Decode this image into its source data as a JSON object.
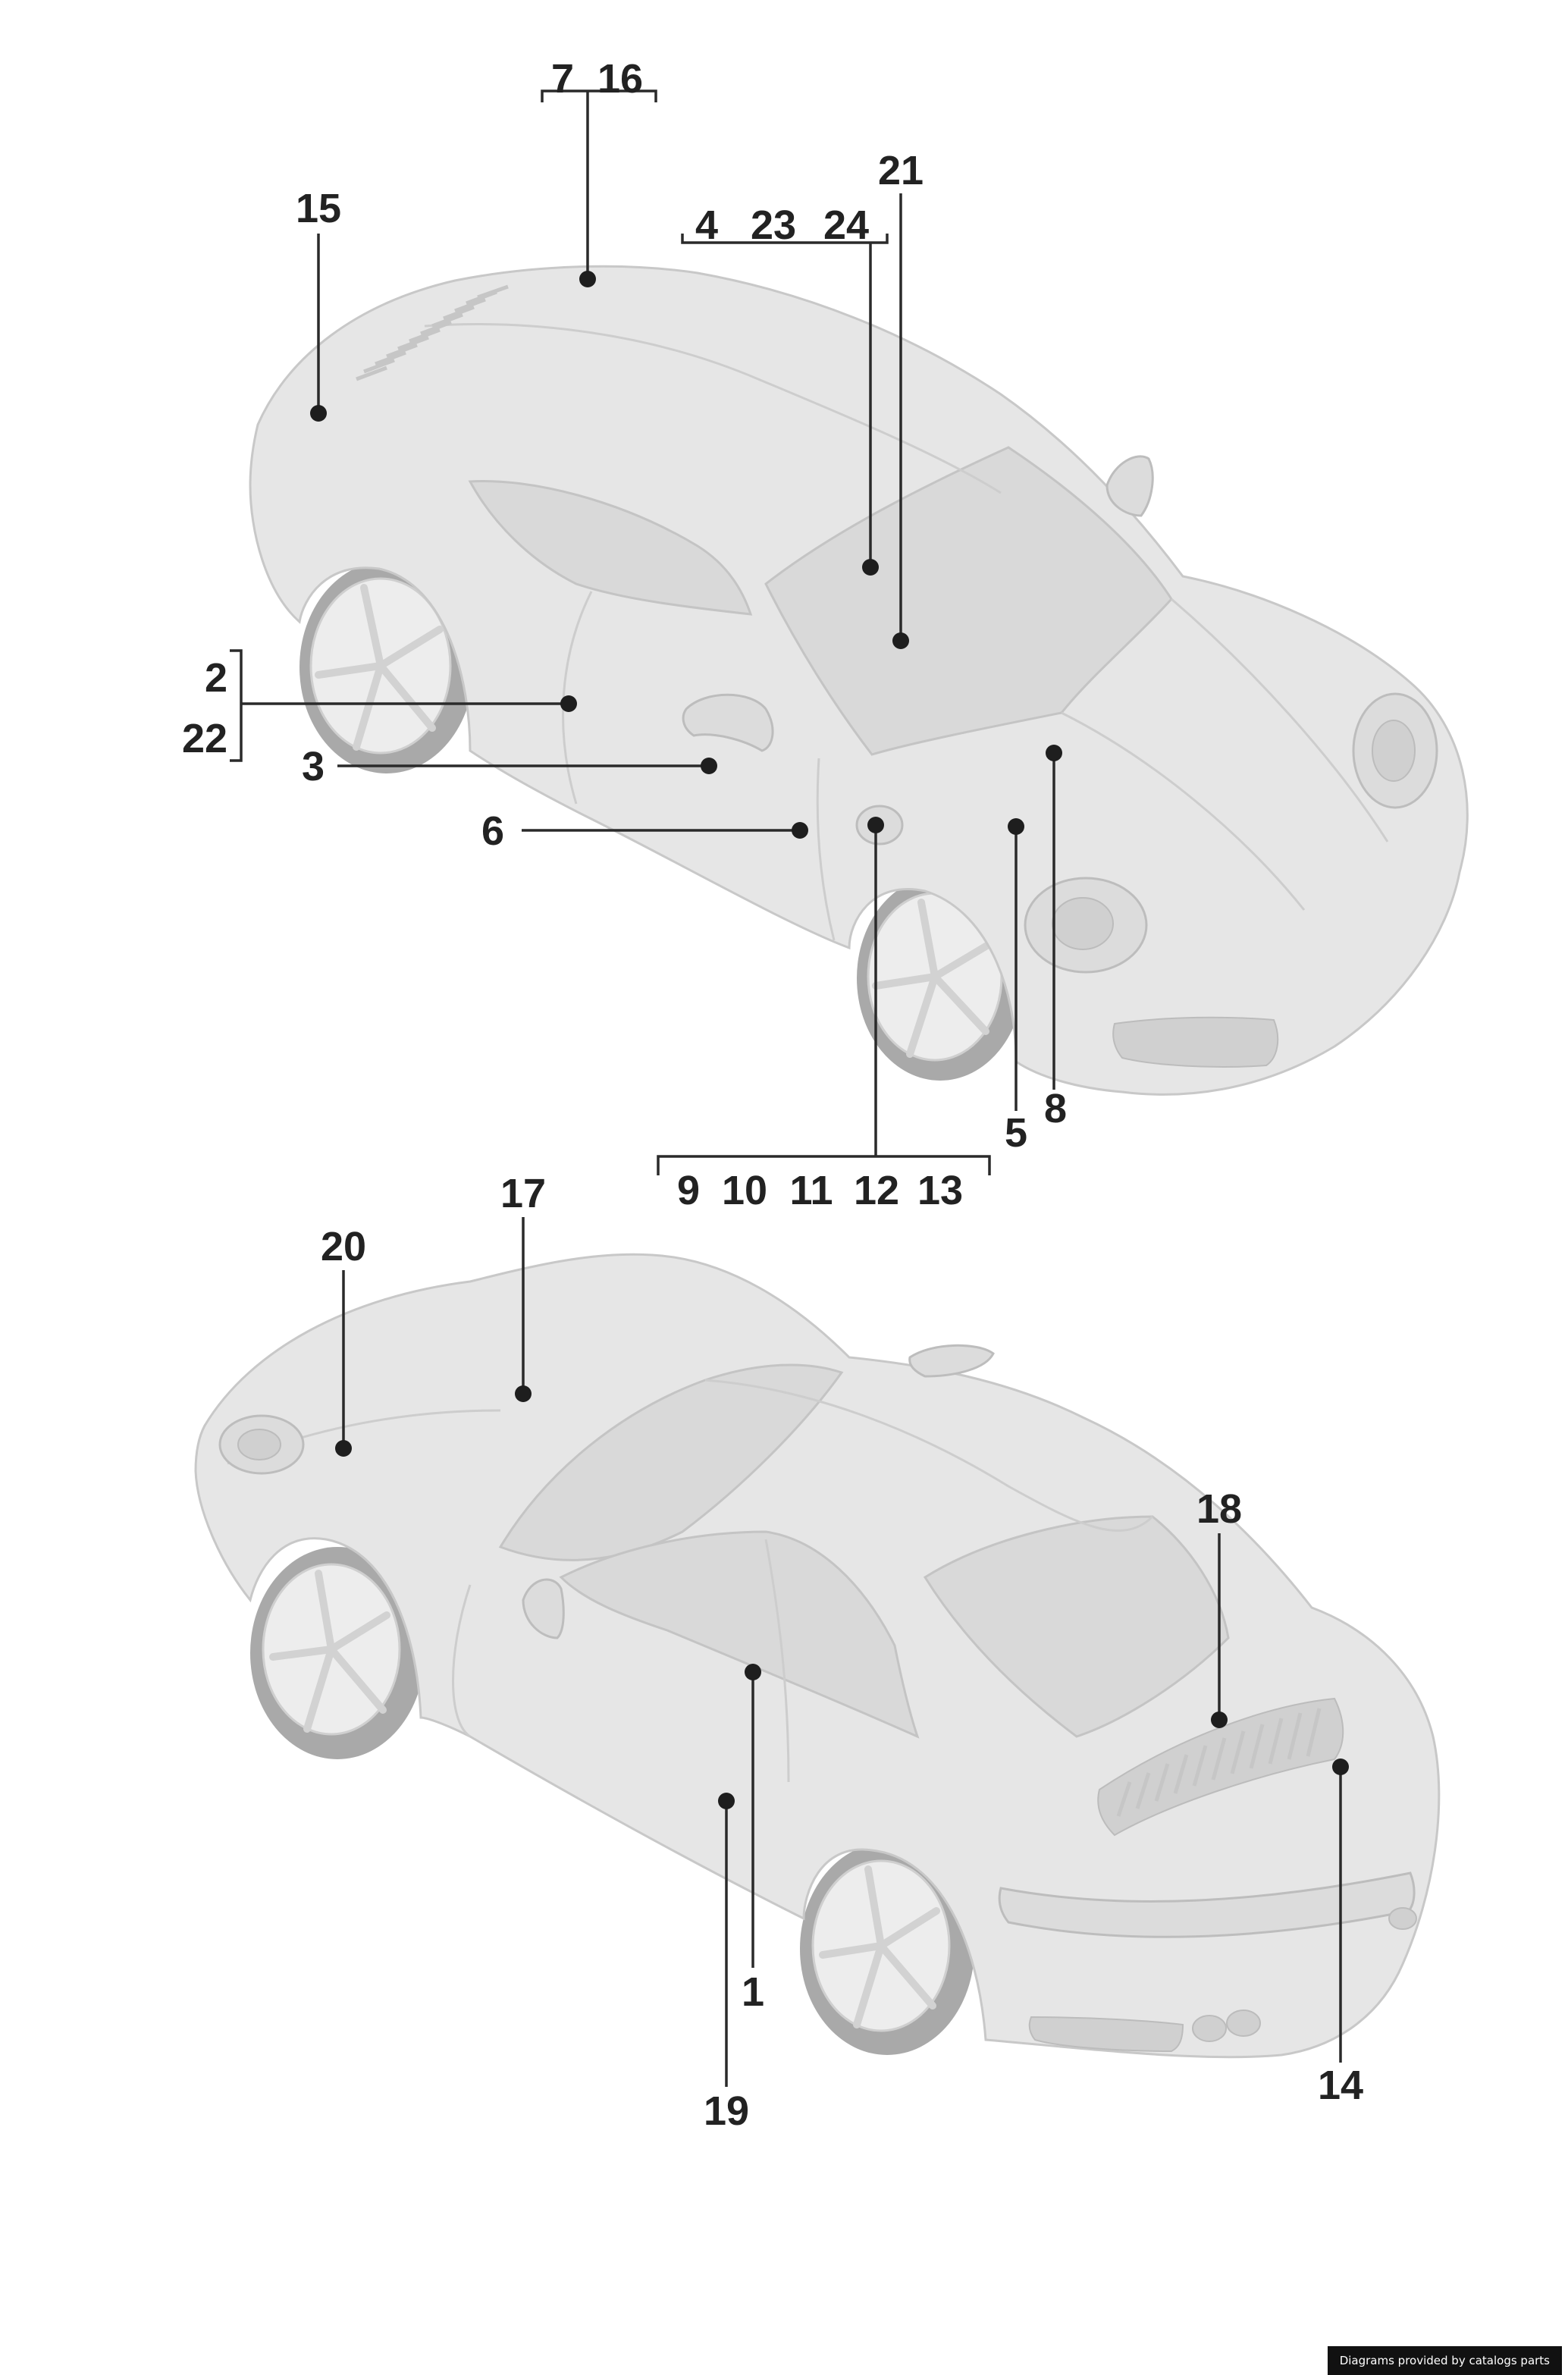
{
  "callouts": {
    "c1": "1",
    "c2": "2",
    "c3": "3",
    "c4": "4",
    "c5": "5",
    "c6": "6",
    "c7": "7",
    "c8": "8",
    "c9": "9",
    "c10": "10",
    "c11": "11",
    "c12": "12",
    "c13": "13",
    "c14": "14",
    "c15": "15",
    "c16": "16",
    "c17": "17",
    "c18": "18",
    "c19": "19",
    "c20": "20",
    "c21": "21",
    "c22": "22",
    "c23": "23",
    "c24": "24"
  },
  "credit": "Diagrams provided by catalogs parts",
  "colors": {
    "car_body": "#e6e6e6",
    "tire": "#a9a9a9",
    "callout_text": "#222222",
    "credit_background": "#111111"
  }
}
